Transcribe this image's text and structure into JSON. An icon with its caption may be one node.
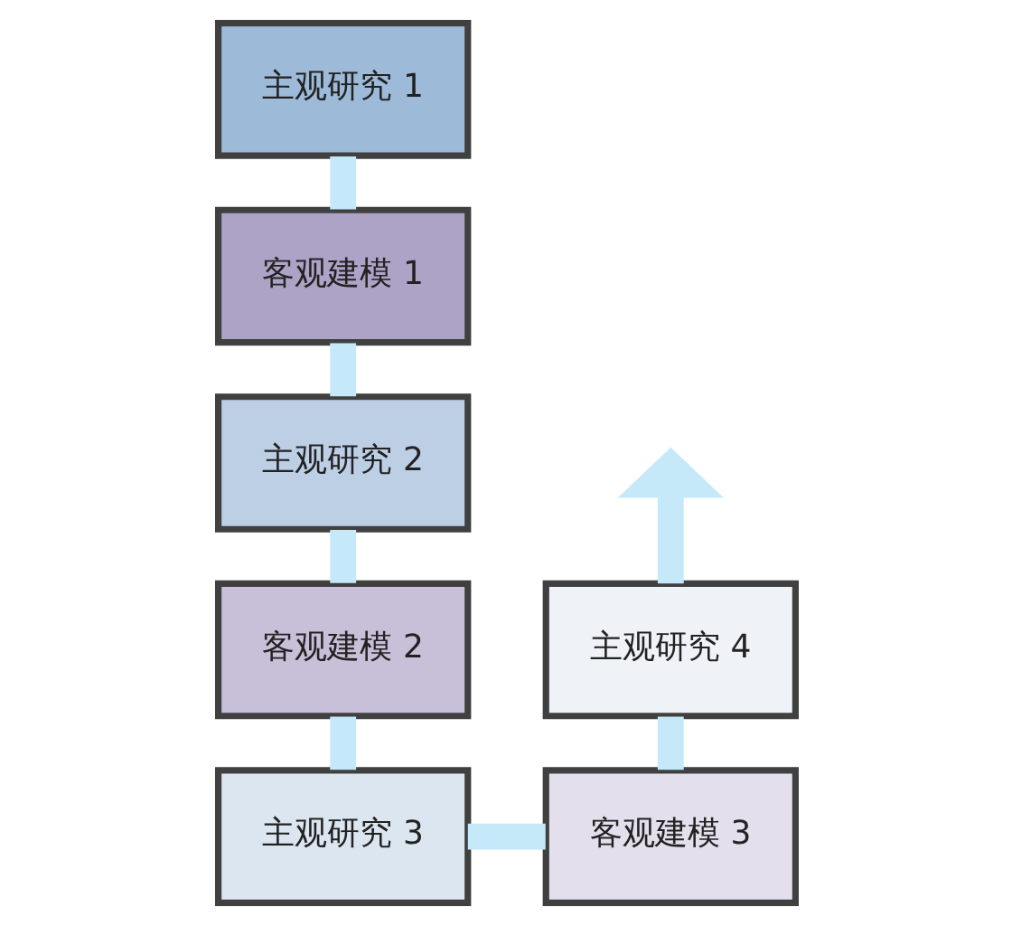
{
  "diagram": {
    "nodes": [
      {
        "text": [
          "主观研究 1"
        ]
      },
      {
        "text": [
          "客观建模 1"
        ]
      },
      {
        "text": [
          "主观研究 2"
        ]
      },
      {
        "text": [
          "客观建模 2"
        ]
      },
      {
        "text": [
          "主观研究 3"
        ]
      },
      {
        "text": [
          "客观建模 3"
        ]
      },
      {
        "text": [
          "主观研究 4"
        ]
      }
    ],
    "edges": [
      {
        "from": 0,
        "to": 1,
        "arrow": "none"
      },
      {
        "from": 1,
        "to": 2,
        "arrow": "none"
      },
      {
        "from": 2,
        "to": 3,
        "arrow": "none"
      },
      {
        "from": 3,
        "to": 4,
        "arrow": "none"
      },
      {
        "from": 4,
        "to": 5,
        "arrow": "none"
      },
      {
        "from": 5,
        "to": 6,
        "arrow": "none"
      },
      {
        "from": 6,
        "to": null,
        "arrow": "to"
      }
    ]
  }
}
